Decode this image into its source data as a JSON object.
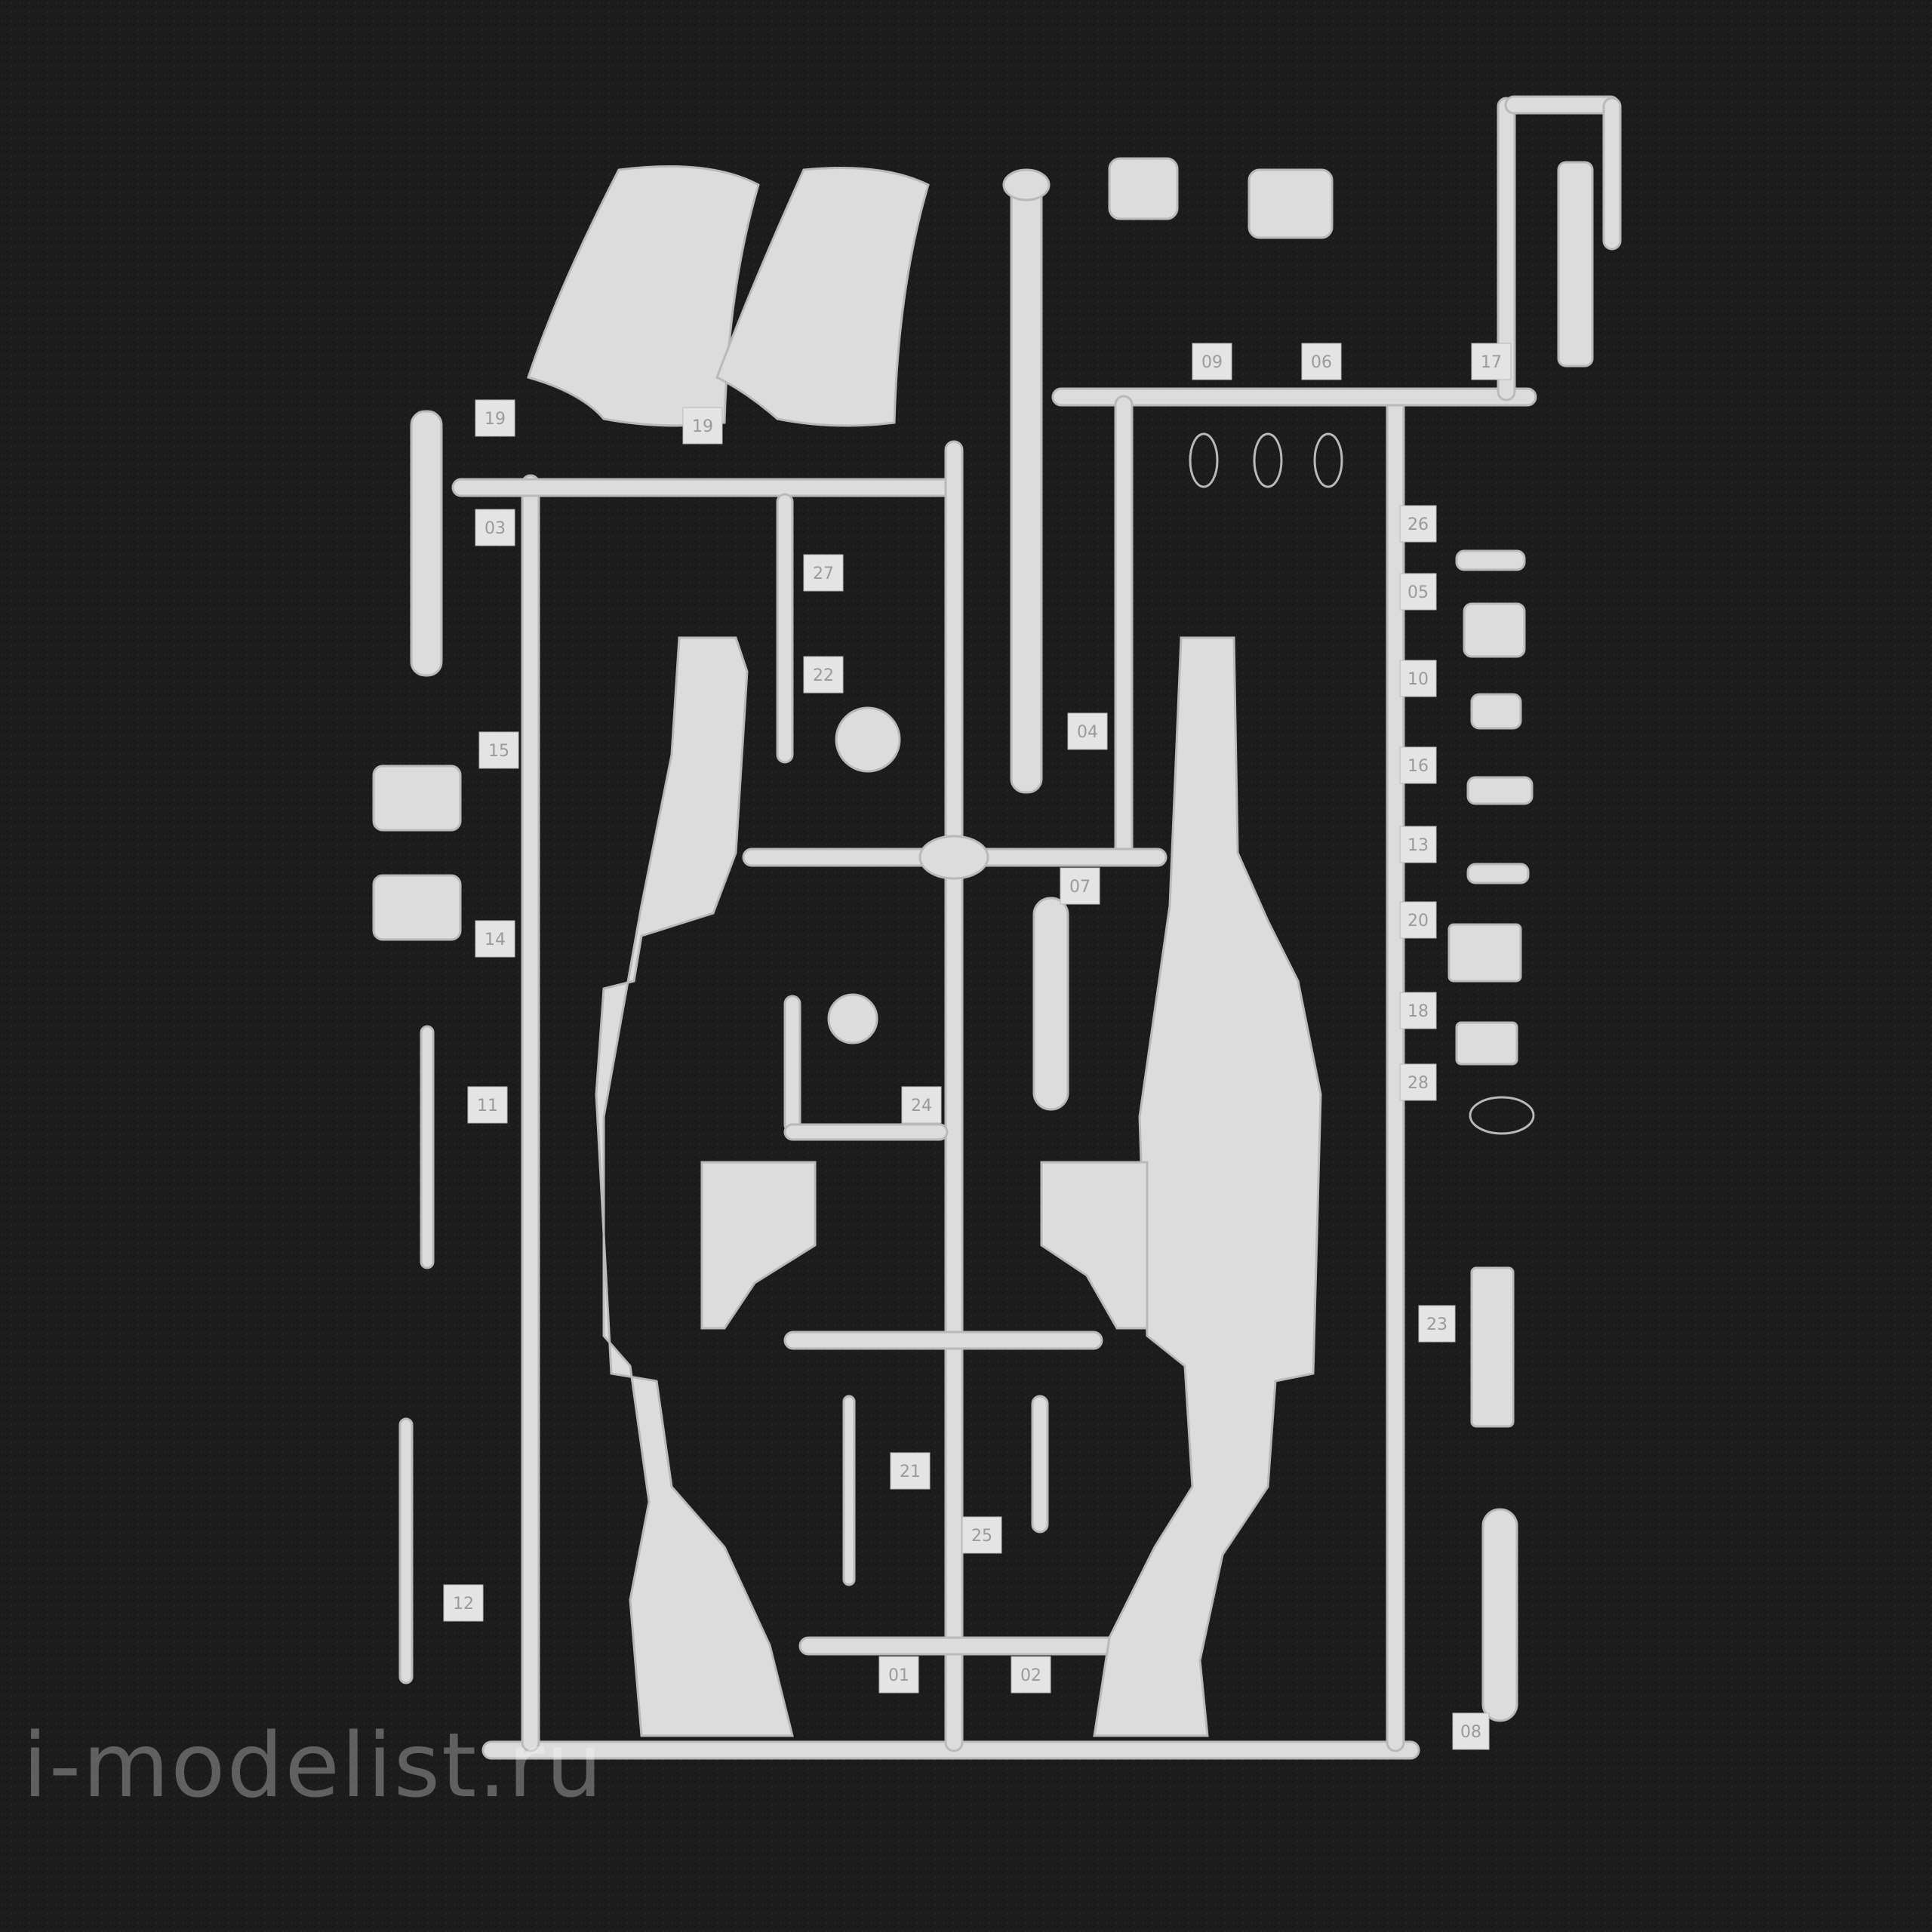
{
  "colors": {
    "background": "#1c1c1c",
    "plastic": "#dcdcdc",
    "plastic_shadow": "#b9b9b9",
    "tag": "#e4e4e4"
  },
  "part_numbers": [
    "19",
    "19",
    "03",
    "09",
    "06",
    "17",
    "27",
    "22",
    "04",
    "15",
    "14",
    "11",
    "12",
    "07",
    "24",
    "26",
    "05",
    "10",
    "16",
    "13",
    "20",
    "18",
    "28",
    "23",
    "21",
    "25",
    "01",
    "02",
    "08"
  ],
  "watermark": "i-modelist.ru"
}
